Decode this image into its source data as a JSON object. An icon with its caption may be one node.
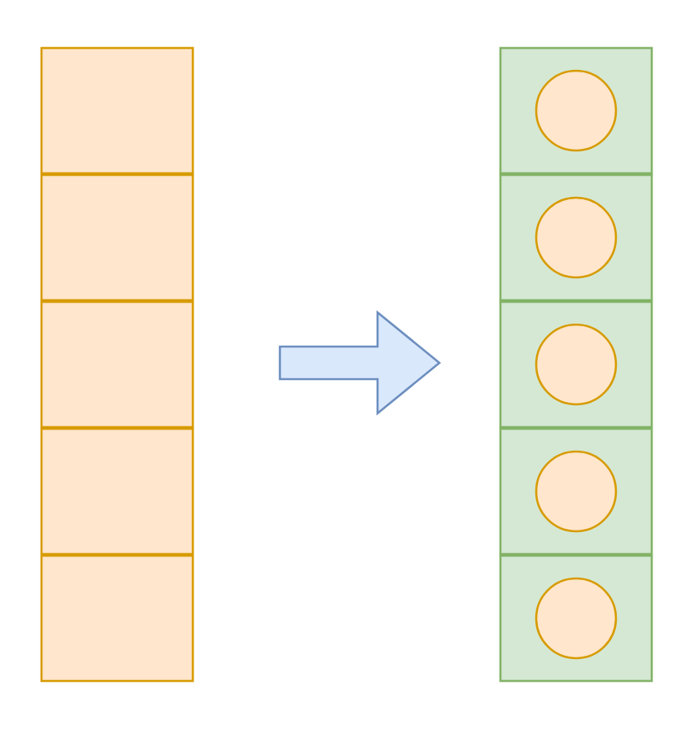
{
  "diagram": {
    "nodes": [
      {
        "text": [],
        "shape": "box"
      },
      {
        "text": [],
        "shape": "box"
      },
      {
        "text": [],
        "shape": "box"
      },
      {
        "text": [],
        "shape": "box"
      },
      {
        "text": [],
        "shape": "box"
      },
      {
        "text": [],
        "shape": "arrow"
      },
      {
        "text": [],
        "shape": "box"
      },
      {
        "text": [],
        "shape": "circle",
        "in": 6
      },
      {
        "text": [],
        "shape": "box"
      },
      {
        "text": [],
        "shape": "circle",
        "in": 8
      },
      {
        "text": [],
        "shape": "box"
      },
      {
        "text": [],
        "shape": "circle",
        "in": 10
      },
      {
        "text": [],
        "shape": "box"
      },
      {
        "text": [],
        "shape": "circle",
        "in": 12
      },
      {
        "text": [],
        "shape": "box"
      },
      {
        "text": [],
        "shape": "circle",
        "in": 14
      }
    ]
  }
}
